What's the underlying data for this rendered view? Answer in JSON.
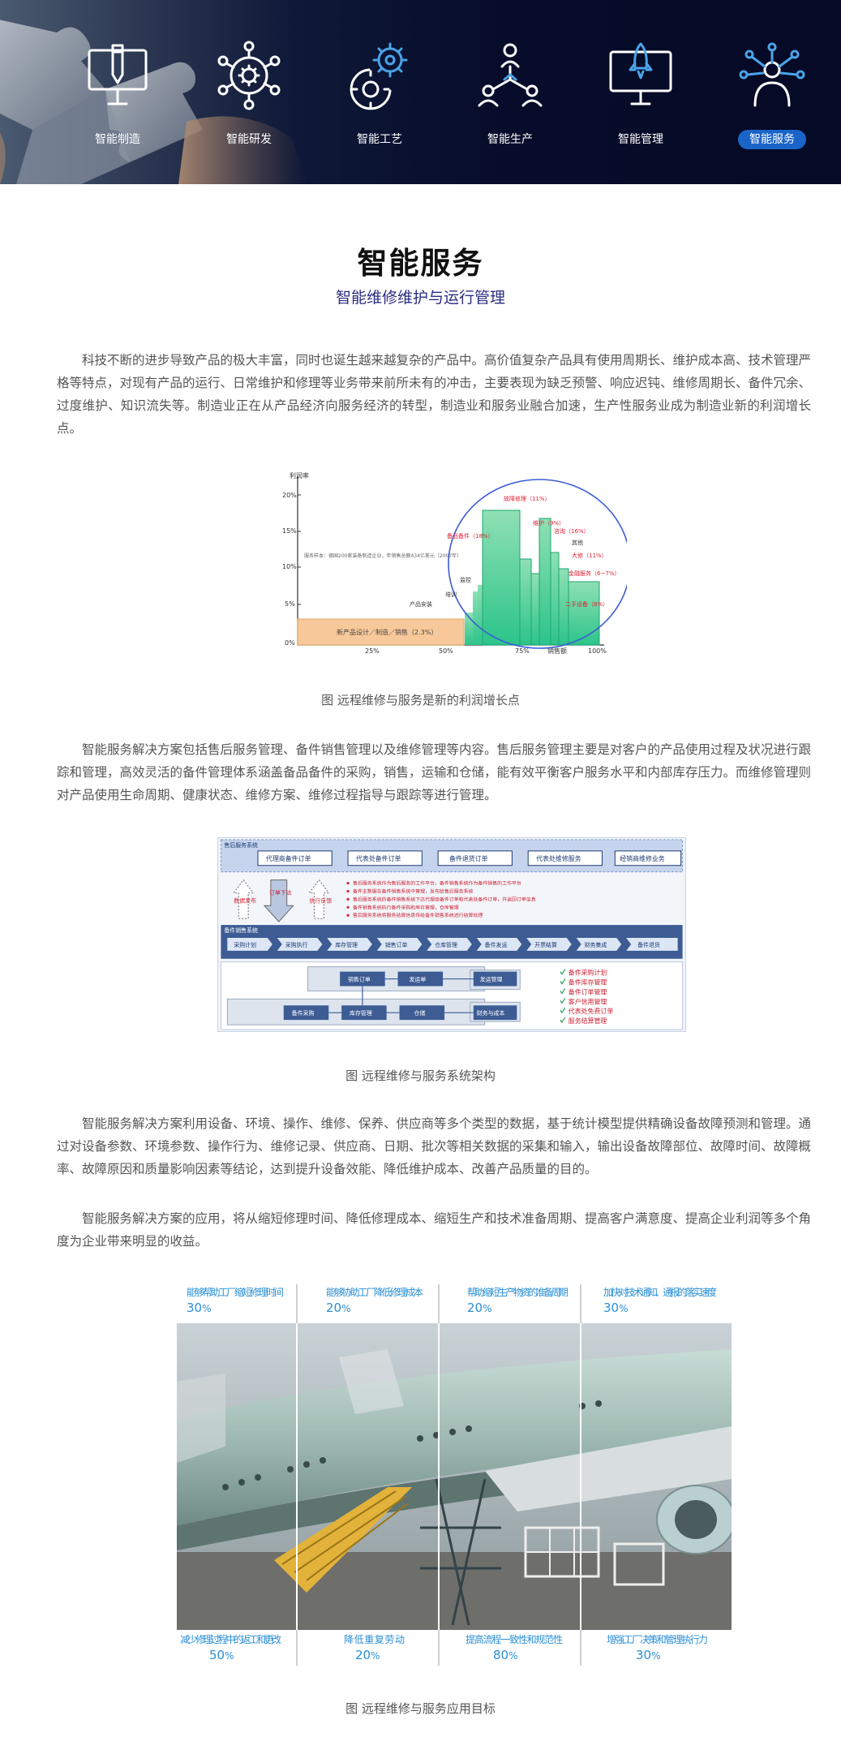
{
  "nav": {
    "items": [
      {
        "label": "智能制造",
        "icon": "monitor-pen-icon"
      },
      {
        "label": "智能研发",
        "icon": "gear-network-icon"
      },
      {
        "label": "智能工艺",
        "icon": "gears-icon"
      },
      {
        "label": "智能生产",
        "icon": "hierarchy-icon"
      },
      {
        "label": "智能管理",
        "icon": "monitor-rocket-icon"
      },
      {
        "label": "智能服务",
        "icon": "person-network-icon"
      }
    ],
    "active_index": 5
  },
  "header": {
    "title": "智能服务",
    "subtitle": "智能维修维护与运行管理"
  },
  "content": {
    "para1": "科技不断的进步导致产品的极大丰富，同时也诞生越来越复杂的产品中。高价值复杂产品具有使用周期长、维护成本高、技术管理严格等特点，对现有产品的运行、日常维护和修理等业务带来前所未有的冲击，主要表现为缺乏预警、响应迟钝、维修周期长、备件冗余、过度维护、知识流失等。制造业正在从产品经济向服务经济的转型，制造业和服务业融合加速，生产性服务业成为制造业新的利润增长点。",
    "caption1": "图 远程维修与服务是新的利润增长点",
    "para2": "智能服务解决方案包括售后服务管理、备件销售管理以及维修管理等内容。售后服务管理主要是对客户的产品使用过程及状况进行跟踪和管理，高效灵活的备件管理体系涵盖备品备件的采购，销售，运输和仓储，能有效平衡客户服务水平和内部库存压力。而维修管理则对产品使用生命周期、健康状态、维修方案、维修过程指导与跟踪等进行管理。",
    "caption2": "图 远程维修与服务系统架构",
    "para3": "智能服务解决方案利用设备、环境、操作、维修、保养、供应商等多个类型的数据，基于统计模型提供精确设备故障预测和管理。通过对设备参数、环境参数、操作行为、维修记录、供应商、日期、批次等相关数据的采集和输入，输出设备故障部位、故障时间、故障概率、故障原因和质量影响因素等结论，达到提升设备效能、降低维护成本、改善产品质量的目的。",
    "para4": "智能服务解决方案的应用，将从缩短修理时间、降低修理成本、缩短生产和技术准备周期、提高客户满意度、提高企业利润等多个角度为企业带来明显的收益。",
    "caption3": "图 远程维修与服务应用目标"
  },
  "fig1": {
    "ylabel": "利润率",
    "xlabel": "销售额",
    "yticks": [
      "20%",
      "15%",
      "10%",
      "5%",
      "0%"
    ],
    "xticks": [
      "25%",
      "50%",
      "75%",
      "100%"
    ],
    "note": "服务样本：德国200家装备制造企业，年销售总额434亿美元（2007年）",
    "base_label": "新产品设计／制造／销售（2.3%）",
    "labels": {
      "install": "产品安装",
      "train": "培训",
      "monitor": "监控",
      "spares": "备品备件（18%）",
      "fault": "故障修理（11%）",
      "maint": "维护（9%）",
      "consult": "咨询（16%）",
      "other": "其他",
      "overhaul": "大修（11%）",
      "finance": "金融服务（6~7%）",
      "used": "二手设备（8%）"
    }
  },
  "fig2": {
    "top_title": "售后服务系统",
    "top_items": [
      "代理商备件订单",
      "代表处备件订单",
      "备件退货订单",
      "代表处维修服务",
      "经销商维修业务"
    ],
    "arrows": [
      "数据发布",
      "订单下达",
      "执行反馈"
    ],
    "bullets": [
      "售后服务系统作为售后服务的工作平台，备件销售系统作为备件销售的工作平台",
      "备件主数据在备件销售系统中管理，发布给售后服务系统",
      "售后服务系统的备件销售系统下达代理商备件订单和代表处备件订单，并返回订单信息",
      "备件销售系统执行备件采购和库存管理，仓库管理",
      "售后服务系统将服务结算信息传给备件销售系统进行结算处理"
    ],
    "flow_title": "备件销售系统",
    "flow": [
      "采购计划",
      "采购执行",
      "库存管理",
      "销售订单",
      "仓库管理",
      "备件发运",
      "开票结算",
      "财务集成",
      "备件退货"
    ],
    "boxes": [
      "销售订单",
      "发运单",
      "发运管理",
      "备件采购",
      "库存管理",
      "仓储",
      "财务与成本"
    ],
    "checklist": [
      "备件采购计划",
      "备件库存管理",
      "备件订单管理",
      "客户信用管理",
      "代表处免费订单",
      "服务结算管理"
    ]
  },
  "fig3": {
    "top": [
      {
        "text": "能够帮助工厂缩短修理时间",
        "num": "30",
        "unit": "%"
      },
      {
        "text": "能够协助工厂降低修理成本",
        "num": "20",
        "unit": "%"
      },
      {
        "text": "帮助缩短生产物资的准备周期",
        "num": "20",
        "unit": "%"
      },
      {
        "text": "加快对技术通知、通报的落实速度",
        "num": "30",
        "unit": "%"
      }
    ],
    "bottom": [
      {
        "text": "减少修理过程中的返工和更改",
        "num": "50",
        "unit": "%"
      },
      {
        "text": "降低重复劳动",
        "num": "20",
        "unit": "%"
      },
      {
        "text": "提高流程一致性和规范性",
        "num": "80",
        "unit": "%"
      },
      {
        "text": "增强工厂决策和管理执行力",
        "num": "30",
        "unit": "%"
      }
    ]
  }
}
